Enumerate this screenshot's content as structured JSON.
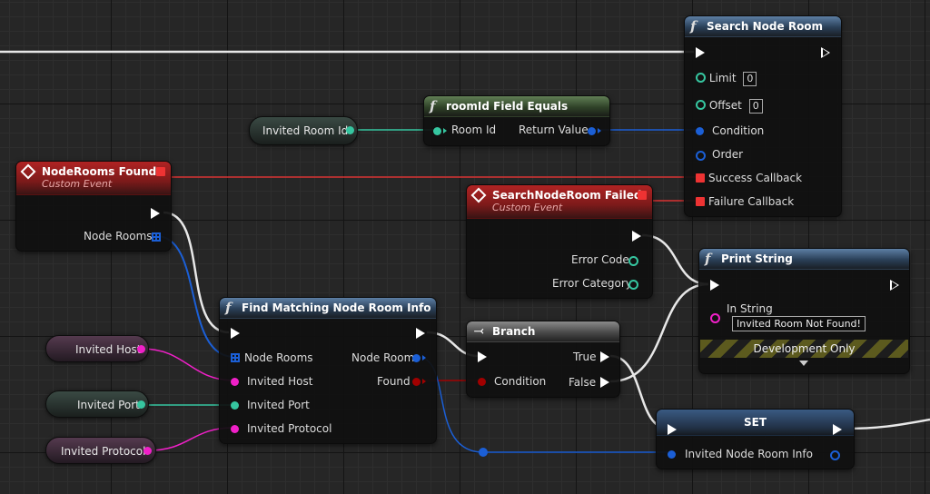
{
  "variables": {
    "invited_room_id": "Invited Room Id",
    "invited_host": "Invited Host",
    "invited_port": "Invited Port",
    "invited_protocol": "Invited Protocol"
  },
  "search_node_room": {
    "title": "Search Node Room",
    "limit_label": "Limit",
    "limit_value": "0",
    "offset_label": "Offset",
    "offset_value": "0",
    "condition_label": "Condition",
    "order_label": "Order",
    "success_label": "Success Callback",
    "failure_label": "Failure Callback"
  },
  "roomid_equals": {
    "title": "roomId Field Equals",
    "room_id_label": "Room Id",
    "return_label": "Return Value"
  },
  "node_rooms_found": {
    "title": "NodeRooms Found",
    "subtitle": "Custom Event",
    "node_rooms_label": "Node Rooms"
  },
  "search_failed": {
    "title": "SearchNodeRoom Failed",
    "subtitle": "Custom Event",
    "error_code_label": "Error Code",
    "error_category_label": "Error Category"
  },
  "print_string": {
    "title": "Print String",
    "in_string_label": "In String",
    "in_string_value": "Invited Room Not Found!",
    "dev_only_label": "Development Only"
  },
  "find_matching": {
    "title": "Find Matching Node Room Info",
    "node_rooms_in": "Node Rooms",
    "invited_host_in": "Invited Host",
    "invited_port_in": "Invited Port",
    "invited_protocol_in": "Invited Protocol",
    "node_room_out": "Node Room",
    "found_out": "Found"
  },
  "branch": {
    "title": "Branch",
    "condition_label": "Condition",
    "true_label": "True",
    "false_label": "False"
  },
  "set_node": {
    "title": "SET",
    "invited_node_room_info_label": "Invited Node Room Info"
  },
  "colors": {
    "exec": "#ffffff",
    "struct": "#1b5fd6",
    "name": "#36c6a0",
    "string": "#f020c8",
    "bool": "#a10000",
    "delegate": "#ff3838"
  },
  "icons": {
    "function": "function-icon",
    "event": "event-diamond-icon",
    "branch": "branch-icon",
    "array": "array-grid-icon"
  }
}
